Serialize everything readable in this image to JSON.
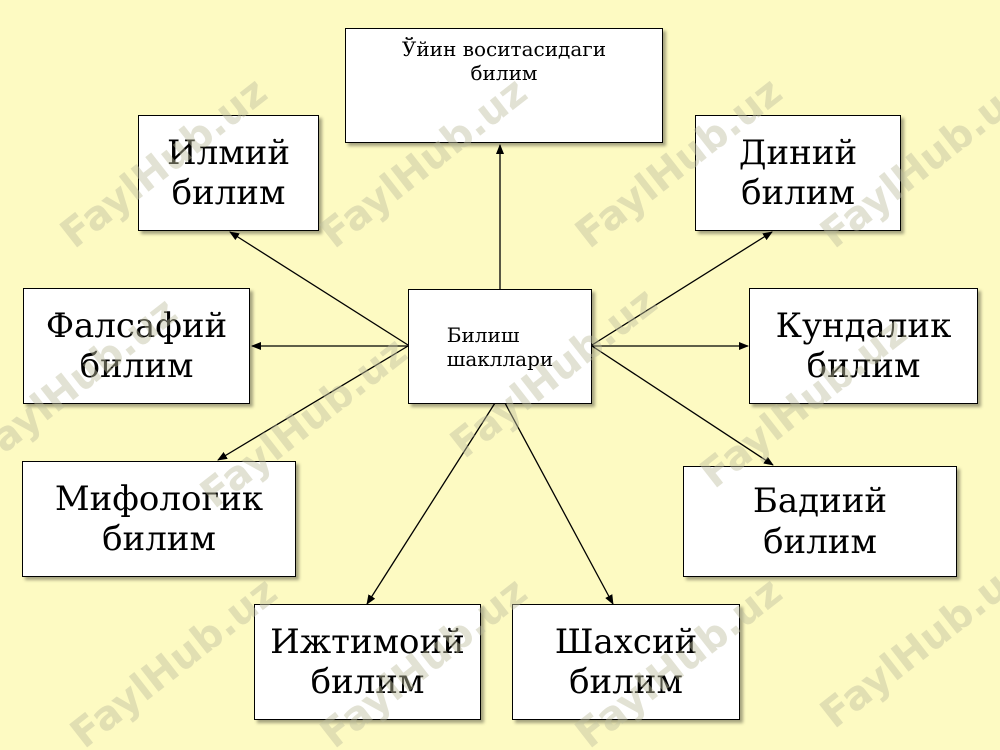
{
  "diagram": {
    "center": {
      "line1": "Билиш",
      "line2": "шакллари"
    },
    "nodes": {
      "game": {
        "line1": "Ўйин воситасидаги",
        "line2": "билим"
      },
      "scientific": {
        "line1": "Илмий",
        "line2": "билим"
      },
      "religious": {
        "line1": "Диний",
        "line2": "билим"
      },
      "philosophical": {
        "line1": "Фалсафий",
        "line2": "билим"
      },
      "everyday": {
        "line1": "Кундалик",
        "line2": "билим"
      },
      "mythological": {
        "line1": "Мифологик",
        "line2": "билим"
      },
      "artistic": {
        "line1": "Бадиий",
        "line2": "билим"
      },
      "social": {
        "line1": "Ижтимоий",
        "line2": "билим"
      },
      "personal": {
        "line1": "Шахсий",
        "line2": "билим"
      }
    }
  },
  "watermark": {
    "text": "FaylHub.uz"
  }
}
